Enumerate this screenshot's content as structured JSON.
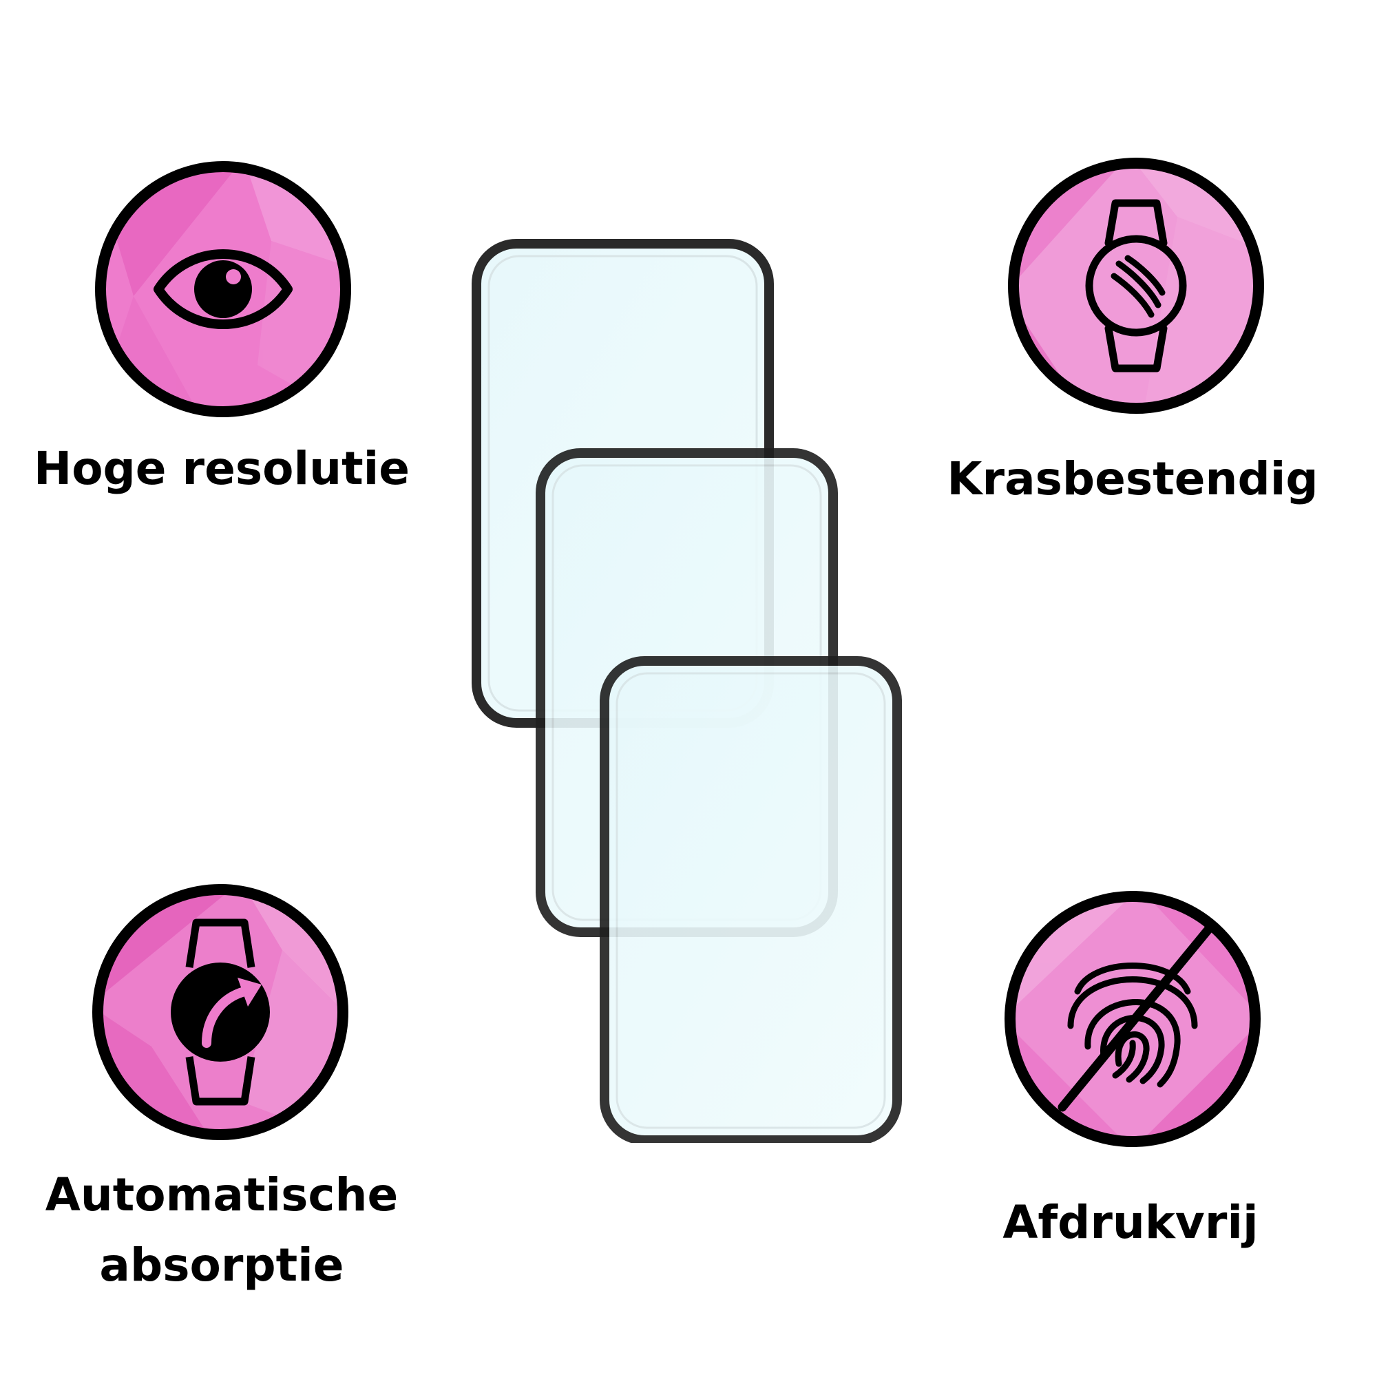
{
  "features": [
    {
      "label_lines": [
        "Hoge resolutie"
      ],
      "icon": "eye-icon"
    },
    {
      "label_lines": [
        "Krasbestendig"
      ],
      "icon": "scratched-watch-icon"
    },
    {
      "label_lines": [
        "Automatische",
        "absorptie"
      ],
      "icon": "watch-refresh-icon"
    },
    {
      "label_lines": [
        "Afdrukvrij"
      ],
      "icon": "fingerprint-crossed-icon"
    }
  ],
  "product": {
    "protector_count": 3,
    "icon": "screen-protector-film"
  },
  "colors": {
    "badge_fill": "#ee7ccc",
    "badge_fill_light": "#f3a6dd",
    "badge_fill_dark": "#e35ab8",
    "outline": "#000000",
    "glass_fill": "#ebfbfc",
    "frame": "#222222"
  }
}
